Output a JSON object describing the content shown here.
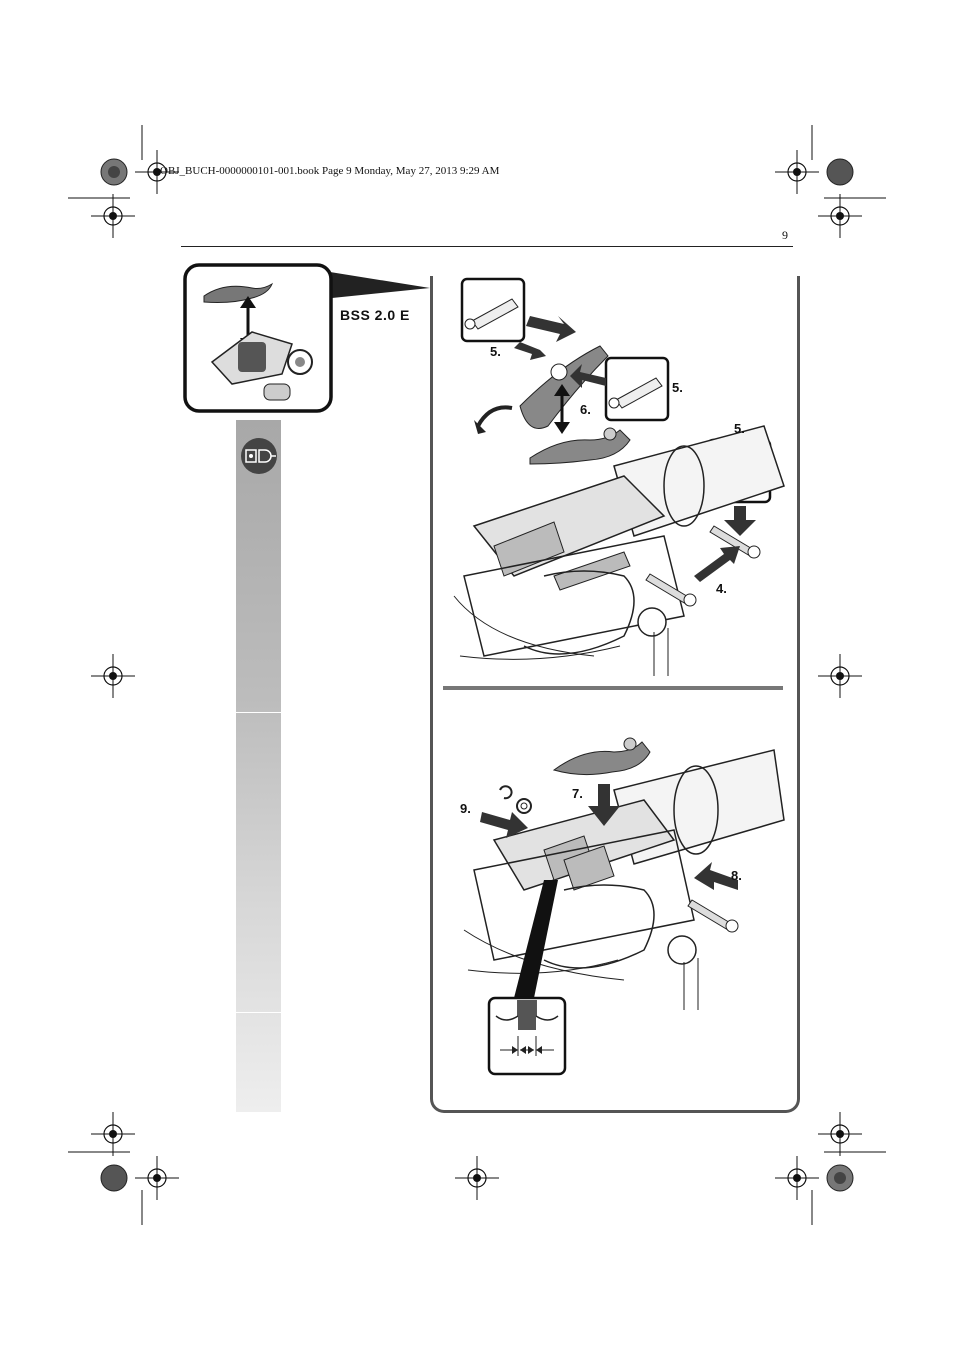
{
  "header": {
    "book_line": "OBJ_BUCH-0000000101-001.book  Page 9  Monday, May 27, 2013  9:29 AM",
    "page_number": "9"
  },
  "inset": {
    "model_label": "BSS 2.0 E"
  },
  "steps": {
    "s5a": "5.",
    "s5b": "5.",
    "s5c": "5.",
    "s6": "6.",
    "s4": "4.",
    "s7": "7.",
    "s8": "8.",
    "s9": "9."
  },
  "colors": {
    "sidebar_top": "#a8a8a8",
    "sidebar_bottom": "#eeeeee",
    "frame": "#555555",
    "arrow": "#333333"
  }
}
